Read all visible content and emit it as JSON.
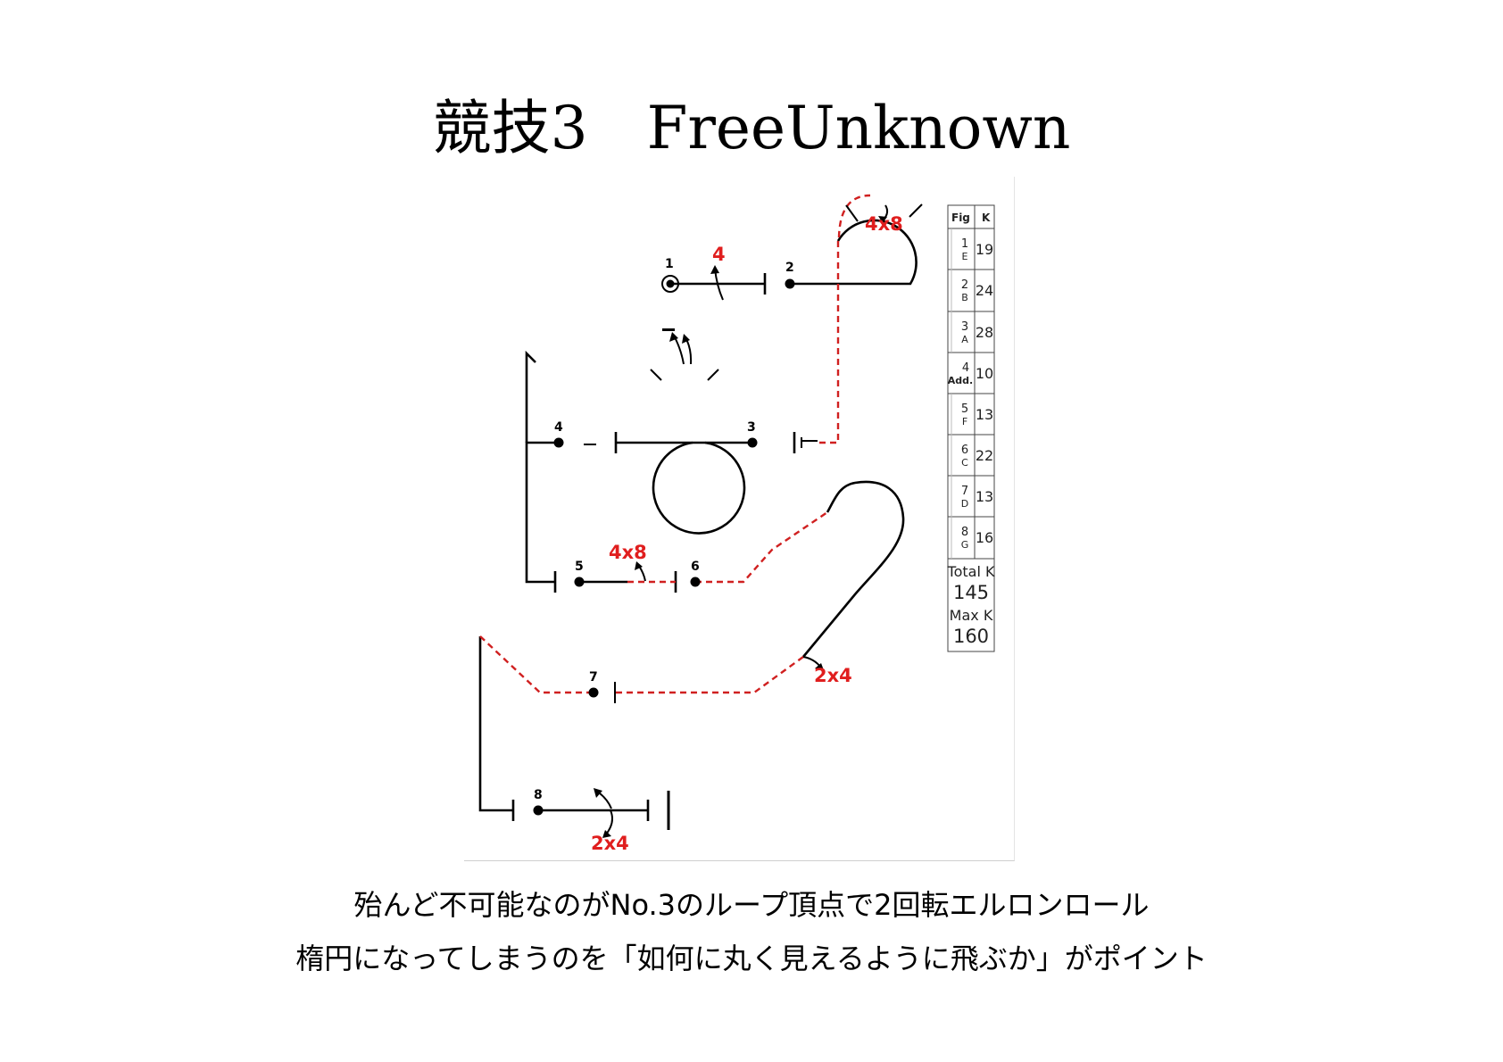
{
  "title": "競技3　FreeUnknown",
  "captions": [
    "殆んど不可能なのがNo.3のループ頂点で2回転エルロンロール",
    "楕円になってしまうのを「如何に丸く見えるように飛ぶか」がポイント"
  ],
  "colors": {
    "line": "#000000",
    "dashed": "#d02020",
    "label_red": "#e01e1e"
  },
  "diagram": {
    "figure_numbers": [
      "1",
      "2",
      "3",
      "4",
      "5",
      "6",
      "7",
      "8"
    ],
    "roll_labels": [
      "4",
      "4x8",
      "4x8",
      "2x4",
      "2x4"
    ]
  },
  "k_table": {
    "header": [
      "Fig",
      "K"
    ],
    "rows": [
      {
        "num": "1",
        "letter": "E",
        "k": "19"
      },
      {
        "num": "2",
        "letter": "B",
        "k": "24"
      },
      {
        "num": "3",
        "letter": "A",
        "k": "28"
      },
      {
        "num": "4",
        "letter": "Add.",
        "k": "10"
      },
      {
        "num": "5",
        "letter": "F",
        "k": "13"
      },
      {
        "num": "6",
        "letter": "C",
        "k": "22"
      },
      {
        "num": "7",
        "letter": "D",
        "k": "13"
      },
      {
        "num": "8",
        "letter": "G",
        "k": "16"
      }
    ],
    "total_label": "Total K",
    "total_value": "145",
    "max_label": "Max K",
    "max_value": "160"
  }
}
